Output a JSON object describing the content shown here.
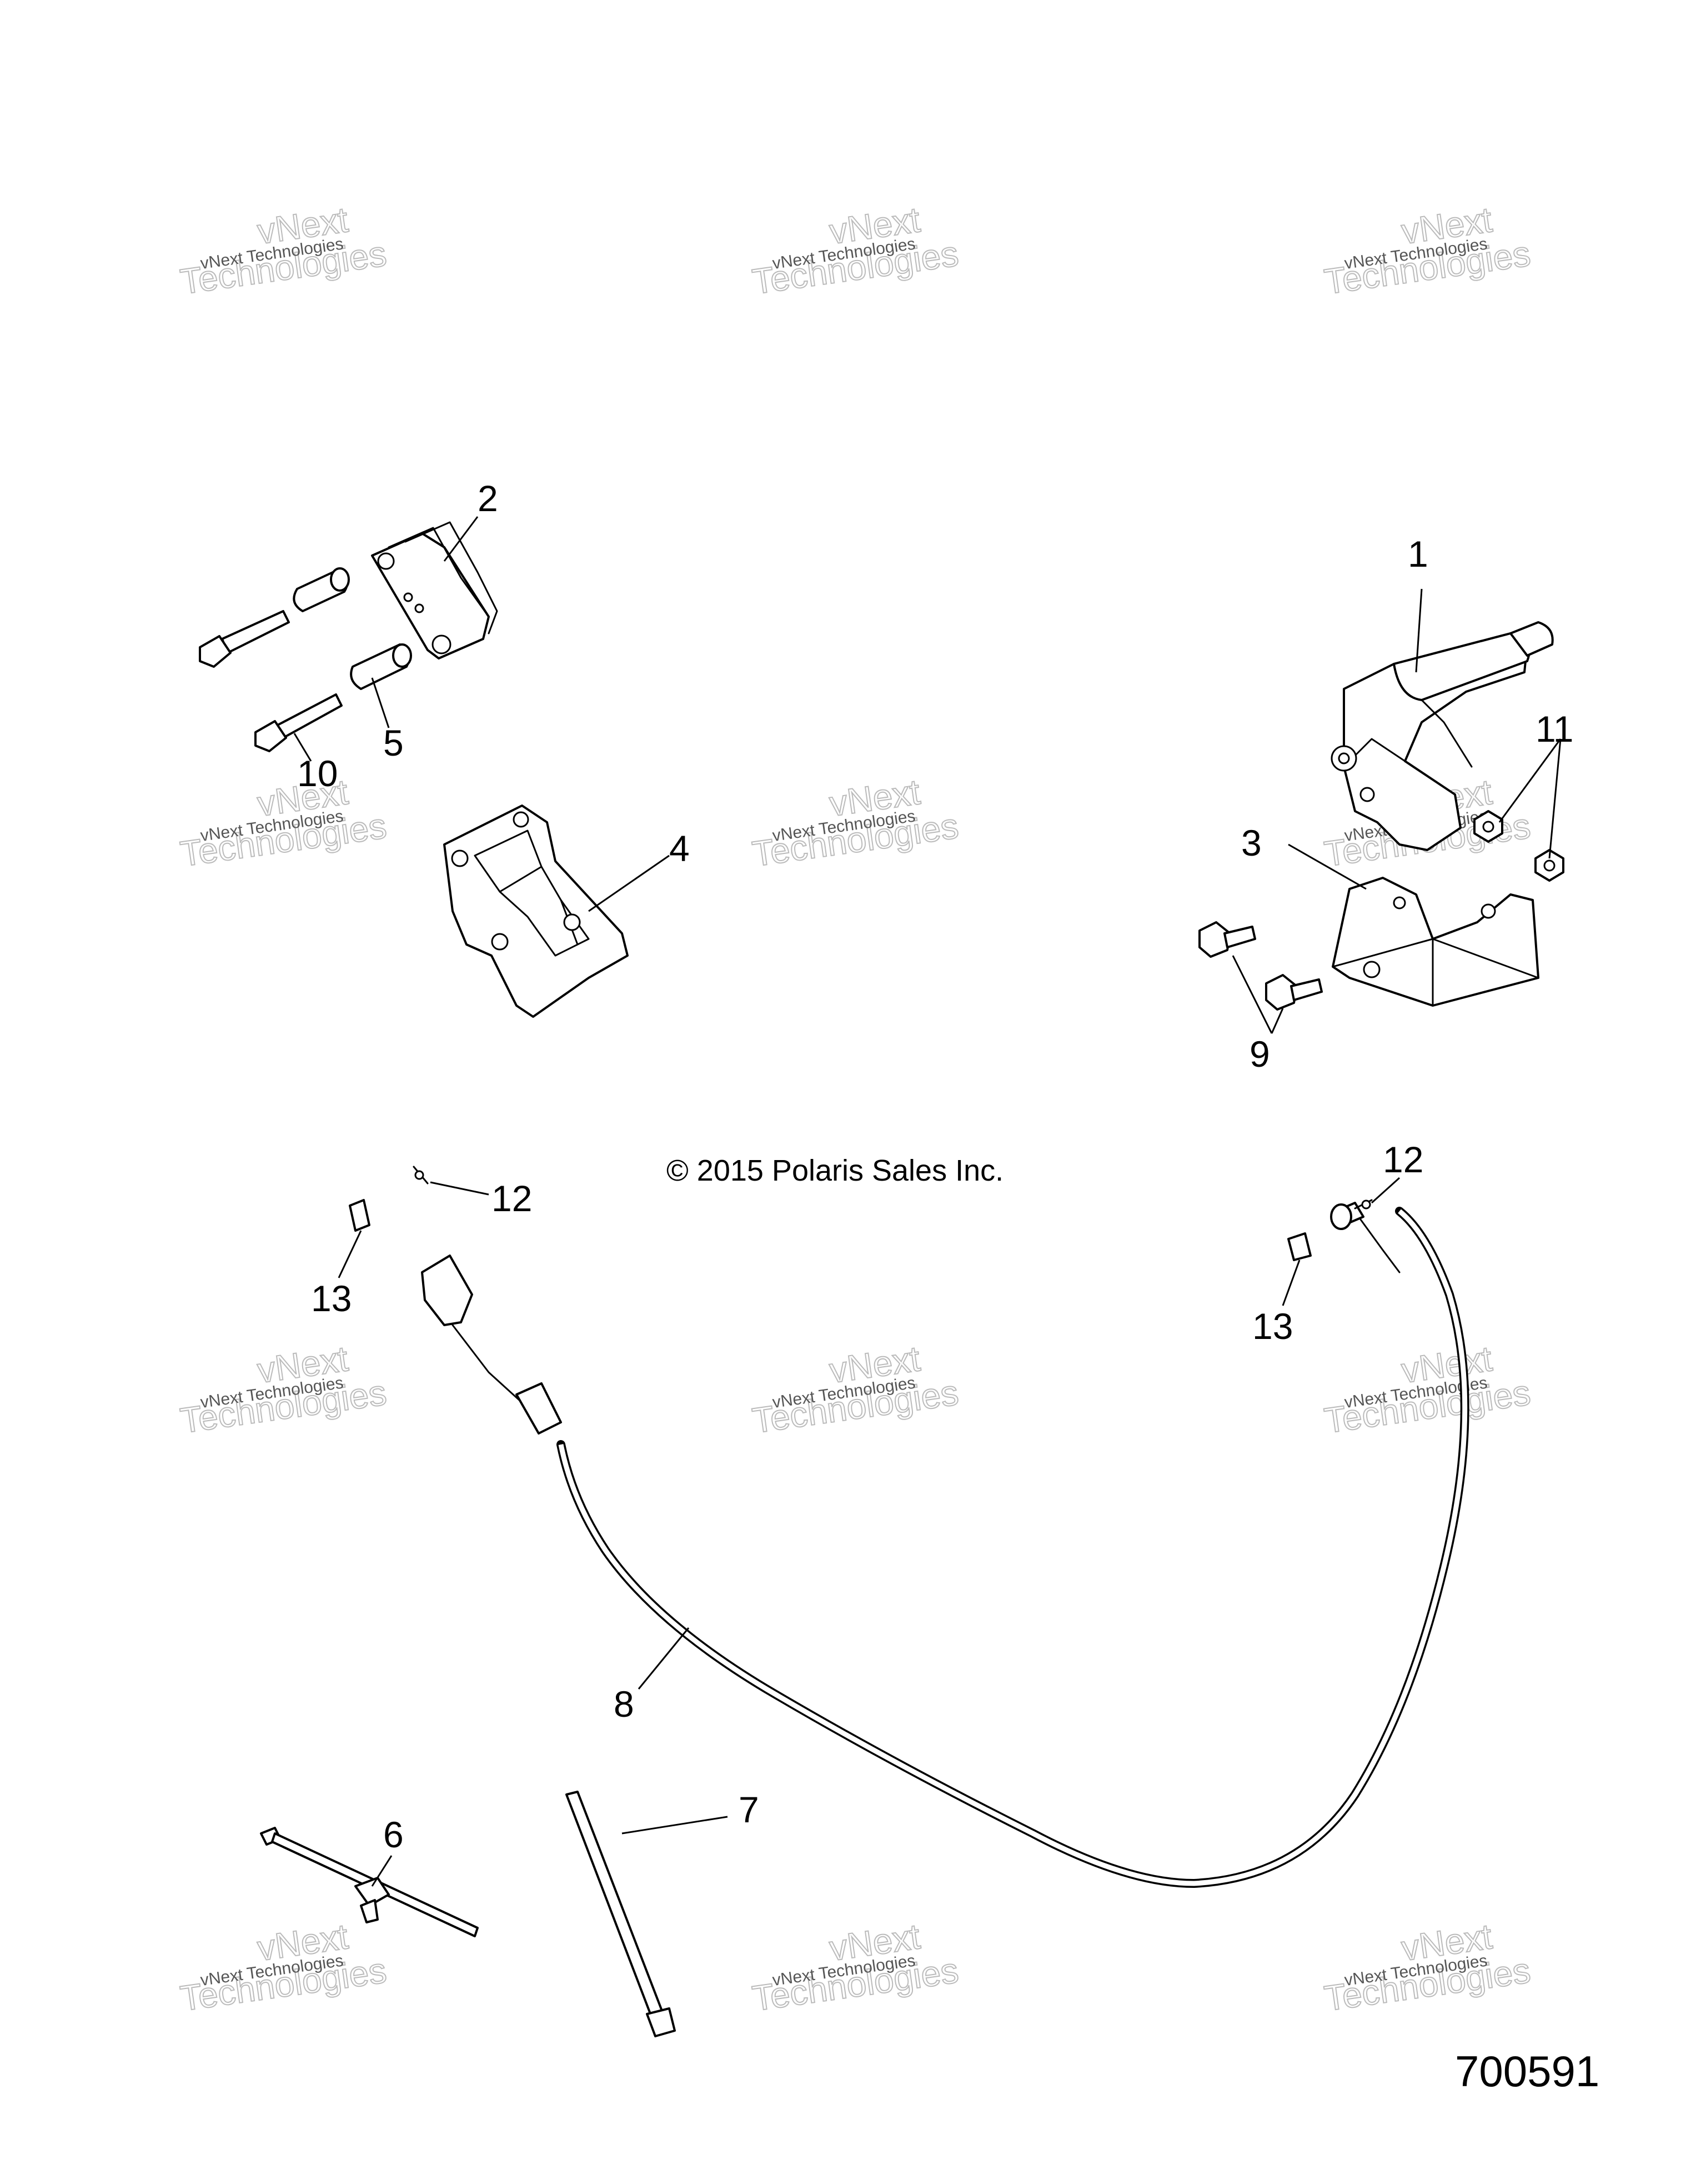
{
  "callouts": {
    "c1": "1",
    "c2": "2",
    "c3": "3",
    "c4": "4",
    "c5": "5",
    "c6": "6",
    "c7": "7",
    "c8": "8",
    "c9": "9",
    "c10": "10",
    "c11": "11",
    "c12_left": "12",
    "c12_right": "12",
    "c13_left": "13",
    "c13_right": "13"
  },
  "copyright": "© 2015 Polaris Sales Inc.",
  "diagram_id": "700591",
  "watermark": {
    "line1": "vNext Technologies",
    "line2": "vNext",
    "line3": "Technologies"
  }
}
